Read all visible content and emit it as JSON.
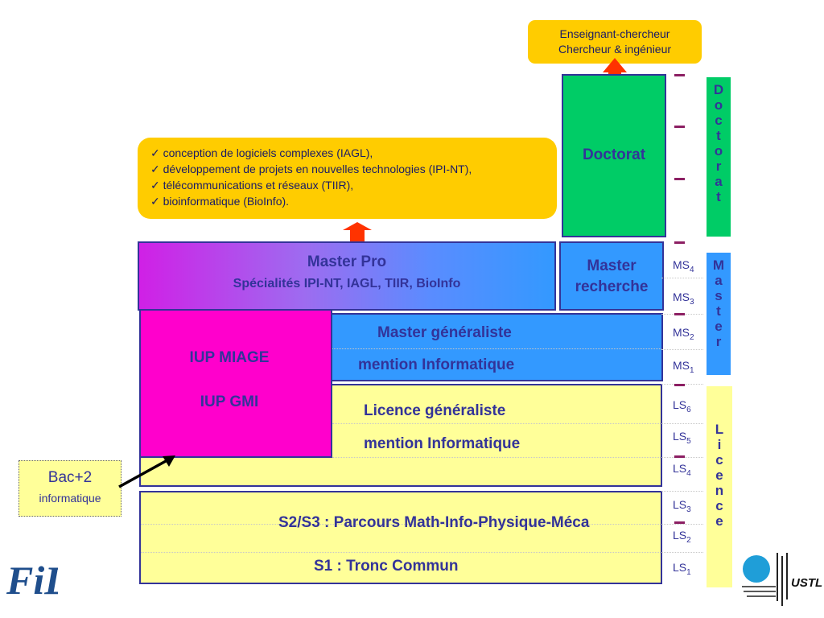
{
  "career": {
    "line1": "Enseignant-chercheur",
    "line2": "Chercheur & ingénieur"
  },
  "doctorat": {
    "box_label": "Doctorat",
    "side_letters": [
      "D",
      "o",
      "c",
      "t",
      "o",
      "r",
      "a",
      "t"
    ]
  },
  "master_recherche": {
    "line1": "Master",
    "line2": "recherche"
  },
  "specialites": {
    "items": [
      "conception de logiciels complexes (IAGL),",
      "développement de projets en nouvelles technologies (IPI-NT),",
      "télécommunications et réseaux (TIIR),",
      "bioinformatique (BioInfo)."
    ]
  },
  "master_pro": {
    "title": "Master Pro",
    "subtitle": "Spécialités IPI-NT, IAGL, TIIR, BioInfo"
  },
  "iup": {
    "line1": "IUP MIAGE",
    "line2": "IUP GMI"
  },
  "master_generaliste": {
    "line1": "Master généraliste",
    "line2": "mention Informatique"
  },
  "licence_generaliste": {
    "line1": "Licence généraliste",
    "line2": "mention Informatique"
  },
  "parcours": {
    "s2s3": "S2/S3 : Parcours Math-Info-Physique-Méca",
    "s1": "S1 : Tronc Commun"
  },
  "bac2": {
    "line1": "Bac+2",
    "line2": "informatique"
  },
  "semesters": {
    "ms4": {
      "base": "MS",
      "sub": "4"
    },
    "ms3": {
      "base": "MS",
      "sub": "3"
    },
    "ms2": {
      "base": "MS",
      "sub": "2"
    },
    "ms1": {
      "base": "MS",
      "sub": "1"
    },
    "ls6": {
      "base": "LS",
      "sub": "6"
    },
    "ls5": {
      "base": "LS",
      "sub": "5"
    },
    "ls4": {
      "base": "LS",
      "sub": "4"
    },
    "ls3": {
      "base": "LS",
      "sub": "3"
    },
    "ls2": {
      "base": "LS",
      "sub": "2"
    },
    "ls1": {
      "base": "LS",
      "sub": "1"
    }
  },
  "side_labels": {
    "master_letters": [
      "M",
      "a",
      "s",
      "t",
      "e",
      "r"
    ],
    "licence_letters": [
      "L",
      "i",
      "c",
      "e",
      "n",
      "c",
      "e"
    ]
  },
  "logos": {
    "fil": "FiL",
    "ustl": "USTL"
  },
  "colors": {
    "navy": "#333399",
    "yellow": "#ffff99",
    "gold": "#ffcc00",
    "green": "#00cc66",
    "blue": "#3399ff",
    "magenta": "#ff00cc",
    "arrow_red": "#ff3300",
    "tick": "#8c1f63"
  }
}
